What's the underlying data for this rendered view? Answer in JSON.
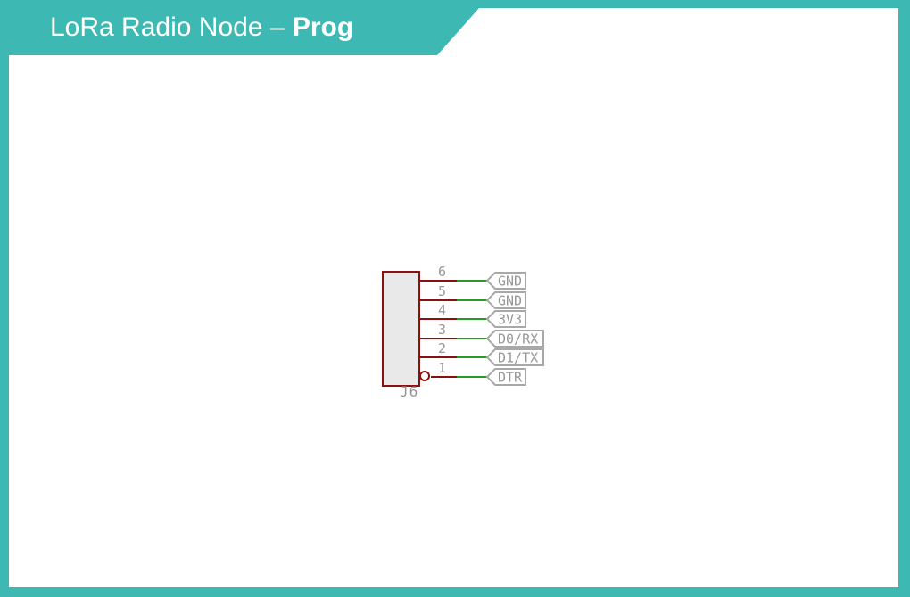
{
  "header": {
    "title_regular": "LoRa Radio Node – ",
    "title_bold": "Prog"
  },
  "theme": {
    "accent_teal": "#3eb8b3",
    "pin_red": "#8c1010",
    "wire_green": "#279927",
    "label_gray": "#979797",
    "flag_border_gray": "#a8a8a8",
    "connector_fill": "#e9e9e9"
  },
  "schematic": {
    "connector": {
      "ref": "J6",
      "pins": [
        {
          "number": "6",
          "net": "GND",
          "wide": false,
          "pin1_marker": false
        },
        {
          "number": "5",
          "net": "GND",
          "wide": false,
          "pin1_marker": false
        },
        {
          "number": "4",
          "net": "3V3",
          "wide": false,
          "pin1_marker": false
        },
        {
          "number": "3",
          "net": "D0/RX",
          "wide": true,
          "pin1_marker": false
        },
        {
          "number": "2",
          "net": "D1/TX",
          "wide": true,
          "pin1_marker": false
        },
        {
          "number": "1",
          "net": "DTR",
          "wide": false,
          "pin1_marker": true
        }
      ]
    }
  }
}
